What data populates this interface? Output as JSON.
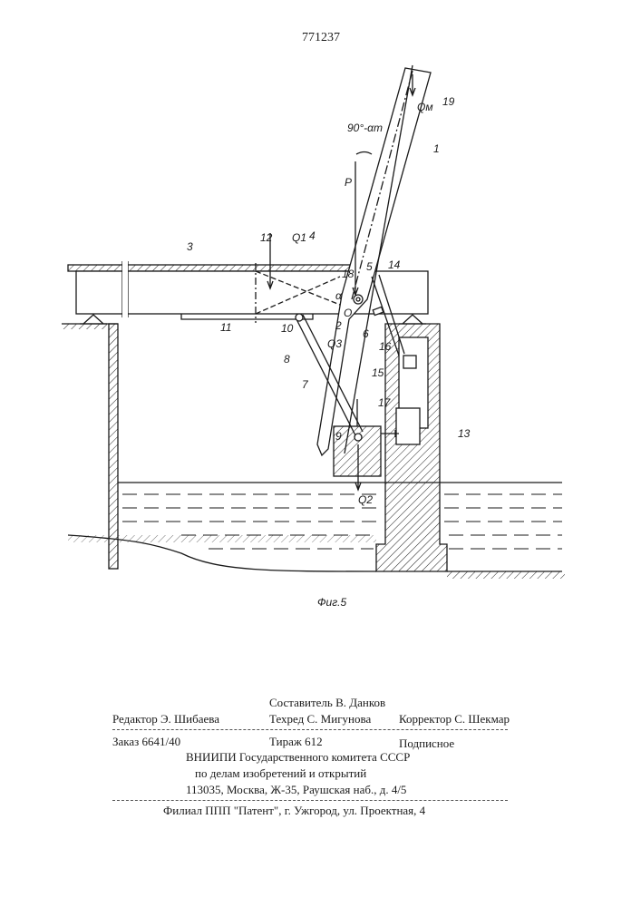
{
  "header": {
    "patent_number": "771237"
  },
  "figure": {
    "caption": "Фиг.5",
    "labels": {
      "l1": "1",
      "l2": "2",
      "l3": "3",
      "l4": "4",
      "l5": "5",
      "l6": "6",
      "l7": "7",
      "l8": "8",
      "l9": "9",
      "l10": "10",
      "l11": "11",
      "l12": "12",
      "l13": "13",
      "l14": "14",
      "l15": "15",
      "l16": "16",
      "l17": "17",
      "l18": "18",
      "l19": "19",
      "angle": "90°-αm",
      "P": "P",
      "alpha": "α",
      "O": "O",
      "Q1": "Q1",
      "Q2": "Q2",
      "Q3": "Q3",
      "Qm": "Qм"
    }
  },
  "footer": {
    "compiler": "Составитель В. Данков",
    "editor": "Редактор Э. Шибаева",
    "techred": "Техред С. Мигунова",
    "corrector": "Корректор С. Шекмар",
    "order": "Заказ 6641/40",
    "circulation": "Тираж 612",
    "subscription": "Подписное",
    "org_line1": "ВНИИПИ Государственного комитета СССР",
    "org_line2": "по делам изобретений и открытий",
    "org_line3": "113035, Москва, Ж-35, Раушская наб., д. 4/5",
    "branch": "Филиал ППП \"Патент\", г. Ужгород, ул. Проектная, 4"
  }
}
